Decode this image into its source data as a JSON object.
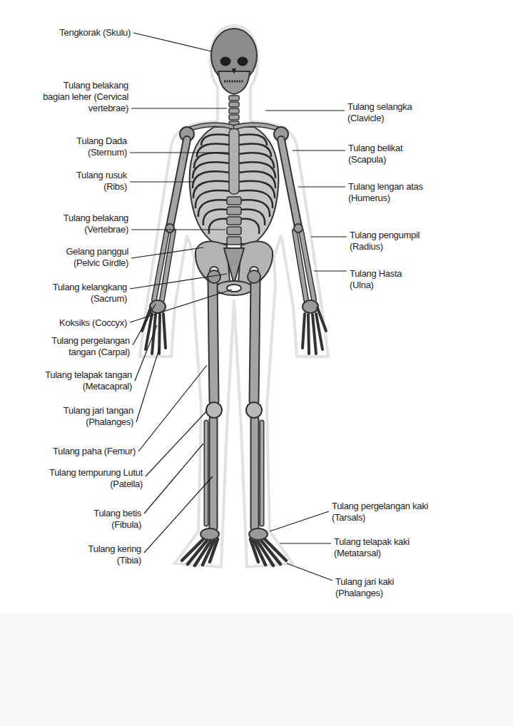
{
  "diagram": {
    "labels": [
      "Tengkorak (Skulu)",
      "Tulang belakang bagian leher (Cervical vertebrae)",
      "Tulang Dada (Sternum)",
      "Tulang rusuk (Ribs)",
      "Tulang belakang (Vertebrae)",
      "Gelang panggul (Pelvic Girdle)",
      "Tulang kelangkang (Sacrum)",
      "Koksiks (Coccyx)",
      "Tulang pergelangan tangan (Carpal)",
      "Tulang telapak tangan (Metacapral)",
      "Tulang jari tangan (Phalanges)",
      "Tulang paha (Femur)",
      "Tulang tempurung Lutut (Patella)",
      "Tulang betis (Fibula)",
      "Tulang kering (Tibia)",
      "Tulang selangka (Clavicle)",
      "Tulang belikat (Scapula)",
      "Tulang lengan atas (Humerus)",
      "Tulang pengumpil (Radius)",
      "Tulang Hasta (Ulna)",
      "Tulang pergelangan kaki (Tarsals)",
      "Tulang telapak kaki (Metatarsal)",
      "Tulang jari kaki (Phalanges)"
    ]
  }
}
